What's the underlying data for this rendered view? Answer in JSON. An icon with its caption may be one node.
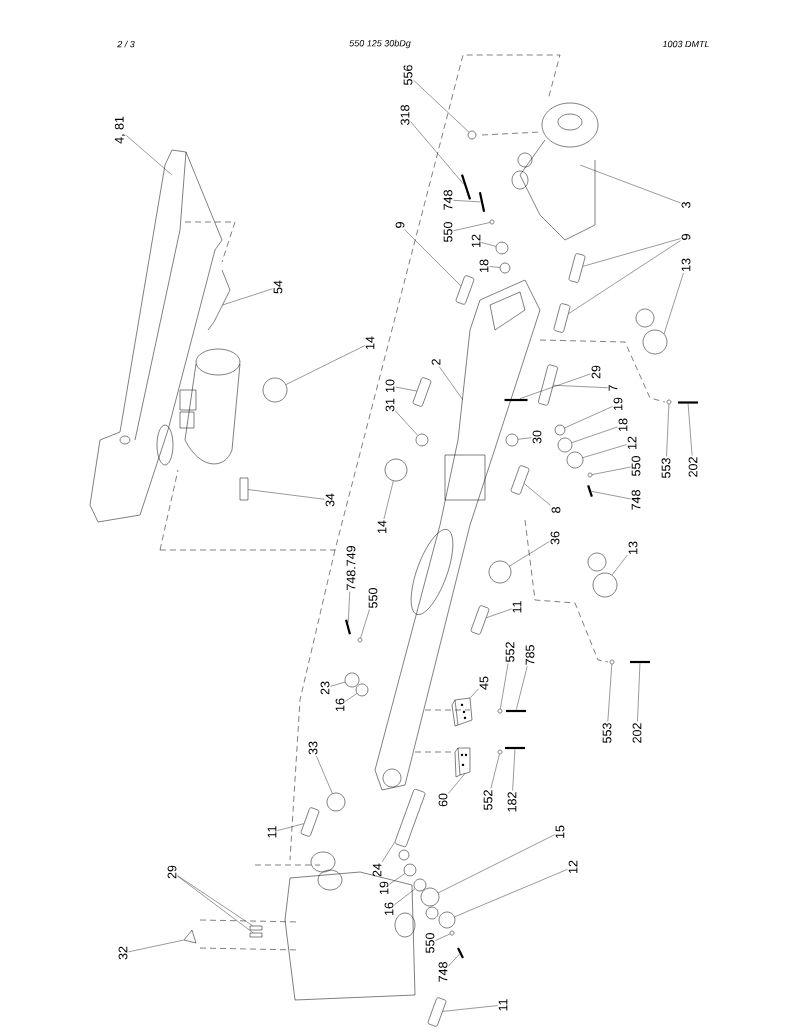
{
  "diagram": {
    "nodes": [
      {
        "text": [
          "4, 81"
        ]
      },
      {
        "text": [
          "556"
        ]
      },
      {
        "text": [
          "318"
        ]
      },
      {
        "text": [
          "748"
        ]
      },
      {
        "text": [
          "550"
        ]
      },
      {
        "text": [
          "12"
        ]
      },
      {
        "text": [
          "18"
        ]
      },
      {
        "text": [
          "9"
        ]
      },
      {
        "text": [
          "3"
        ]
      },
      {
        "text": [
          "9"
        ]
      },
      {
        "text": [
          "13"
        ]
      },
      {
        "text": [
          "54"
        ]
      },
      {
        "text": [
          "14"
        ]
      },
      {
        "text": [
          "2"
        ]
      },
      {
        "text": [
          "10"
        ]
      },
      {
        "text": [
          "31"
        ]
      },
      {
        "text": [
          "29"
        ]
      },
      {
        "text": [
          "7"
        ]
      },
      {
        "text": [
          "19"
        ]
      },
      {
        "text": [
          "18"
        ]
      },
      {
        "text": [
          "12"
        ]
      },
      {
        "text": [
          "550"
        ]
      },
      {
        "text": [
          "748"
        ]
      },
      {
        "text": [
          "553"
        ]
      },
      {
        "text": [
          "202"
        ]
      },
      {
        "text": [
          "30"
        ]
      },
      {
        "text": [
          "14"
        ]
      },
      {
        "text": [
          "34"
        ]
      },
      {
        "text": [
          "8"
        ]
      },
      {
        "text": [
          "36"
        ]
      },
      {
        "text": [
          "13"
        ]
      },
      {
        "text": [
          "11"
        ]
      },
      {
        "text": [
          "748.749"
        ]
      },
      {
        "text": [
          "550"
        ]
      },
      {
        "text": [
          "552"
        ]
      },
      {
        "text": [
          "785"
        ]
      },
      {
        "text": [
          "45"
        ]
      },
      {
        "text": [
          "23"
        ]
      },
      {
        "text": [
          "16"
        ]
      },
      {
        "text": [
          "33"
        ]
      },
      {
        "text": [
          "60"
        ]
      },
      {
        "text": [
          "552"
        ]
      },
      {
        "text": [
          "182"
        ]
      },
      {
        "text": [
          "553"
        ]
      },
      {
        "text": [
          "202"
        ]
      },
      {
        "text": [
          "11"
        ]
      },
      {
        "text": [
          "29"
        ]
      },
      {
        "text": [
          "24"
        ]
      },
      {
        "text": [
          "19"
        ]
      },
      {
        "text": [
          "16"
        ]
      },
      {
        "text": [
          "15"
        ]
      },
      {
        "text": [
          "12"
        ]
      },
      {
        "text": [
          "550"
        ]
      },
      {
        "text": [
          "748"
        ]
      },
      {
        "text": [
          "11"
        ]
      },
      {
        "text": [
          "32"
        ]
      },
      {
        "text": [],
        "shape": "picture"
      },
      {
        "text": [],
        "shape": "circle"
      },
      {
        "text": [],
        "shape": "bar"
      },
      {
        "text": [],
        "shape": "bar"
      },
      {
        "text": [],
        "shape": "circle"
      },
      {
        "text": [],
        "shape": "circle"
      },
      {
        "text": [],
        "shape": "circle"
      },
      {
        "text": [],
        "shape": "cylinder"
      },
      {
        "text": [],
        "shape": "picture"
      },
      {
        "text": [],
        "shape": "cylinder"
      },
      {
        "text": [],
        "shape": "cylinder"
      },
      {
        "text": [],
        "shape": "picture"
      },
      {
        "text": [],
        "shape": "picture"
      },
      {
        "text": [],
        "shape": "circle"
      },
      {
        "text": [],
        "shape": "picture"
      },
      {
        "text": [],
        "shape": "cylinder"
      },
      {
        "text": [],
        "shape": "circle"
      },
      {
        "text": [],
        "shape": "bar"
      },
      {
        "text": [],
        "shape": "cylinder"
      },
      {
        "text": [],
        "shape": "circle"
      },
      {
        "text": [],
        "shape": "circle"
      },
      {
        "text": [],
        "shape": "circle"
      },
      {
        "text": [],
        "shape": "circle"
      },
      {
        "text": [],
        "shape": "bar"
      },
      {
        "text": [],
        "shape": "circle"
      },
      {
        "text": [],
        "shape": "bar"
      },
      {
        "text": [],
        "shape": "circle"
      },
      {
        "text": [],
        "shape": "circle"
      },
      {
        "text": [],
        "shape": "box"
      },
      {
        "text": [],
        "shape": "cylinder"
      },
      {
        "text": [],
        "shape": "circle"
      },
      {
        "text": [],
        "shape": "picture"
      },
      {
        "text": [],
        "shape": "cylinder"
      },
      {
        "text": [],
        "shape": "bar"
      },
      {
        "text": [],
        "shape": "circle"
      },
      {
        "text": [],
        "shape": "circle"
      },
      {
        "text": [],
        "shape": "bar"
      },
      {
        "text": [],
        "shape": "picture"
      },
      {
        "text": [],
        "shape": "circle"
      },
      {
        "text": [],
        "shape": "circle"
      },
      {
        "text": [],
        "shape": "circle"
      },
      {
        "text": [],
        "shape": "picture"
      },
      {
        "text": [],
        "shape": "circle"
      },
      {
        "text": [],
        "shape": "bar"
      },
      {
        "text": [],
        "shape": "circle"
      },
      {
        "text": [],
        "shape": "bar"
      },
      {
        "text": [],
        "shape": "cylinder"
      },
      {
        "text": [],
        "shape": "box"
      },
      {
        "text": [],
        "shape": "box"
      },
      {
        "text": [],
        "shape": "cylinder"
      },
      {
        "text": [],
        "shape": "circle"
      },
      {
        "text": [],
        "shape": "circle"
      },
      {
        "text": [],
        "shape": "circle"
      },
      {
        "text": [],
        "shape": "circle"
      },
      {
        "text": [],
        "shape": "circle"
      },
      {
        "text": [],
        "shape": "bar"
      },
      {
        "text": [],
        "shape": "cylinder"
      },
      {
        "text": [],
        "shape": "picture"
      }
    ],
    "edges": [
      {
        "from": 0,
        "to": 56,
        "arrow": "none"
      },
      {
        "from": 1,
        "to": 57,
        "arrow": "none"
      },
      {
        "from": 2,
        "to": 58,
        "arrow": "none"
      },
      {
        "from": 3,
        "to": 59,
        "arrow": "none"
      },
      {
        "from": 4,
        "to": 60,
        "arrow": "none"
      },
      {
        "from": 5,
        "to": 61,
        "arrow": "none"
      },
      {
        "from": 6,
        "to": 62,
        "arrow": "none"
      },
      {
        "from": 7,
        "to": 63,
        "arrow": "none"
      },
      {
        "from": 8,
        "to": 64,
        "arrow": "none"
      },
      {
        "from": 9,
        "to": 65,
        "arrow": "none"
      },
      {
        "from": 9,
        "to": 66,
        "arrow": "none"
      },
      {
        "from": 10,
        "to": 67,
        "arrow": "none"
      },
      {
        "from": 11,
        "to": 68,
        "arrow": "none"
      },
      {
        "from": 12,
        "to": 69,
        "arrow": "none"
      },
      {
        "from": 13,
        "to": 70,
        "arrow": "none"
      },
      {
        "from": 14,
        "to": 71,
        "arrow": "none"
      },
      {
        "from": 15,
        "to": 72,
        "arrow": "none"
      },
      {
        "from": 16,
        "to": 73,
        "arrow": "none"
      },
      {
        "from": 17,
        "to": 74,
        "arrow": "none"
      },
      {
        "from": 18,
        "to": 75,
        "arrow": "none"
      },
      {
        "from": 19,
        "to": 76,
        "arrow": "none"
      },
      {
        "from": 20,
        "to": 77,
        "arrow": "none"
      },
      {
        "from": 21,
        "to": 78,
        "arrow": "none"
      },
      {
        "from": 22,
        "to": 79,
        "arrow": "none"
      },
      {
        "from": 23,
        "to": 80,
        "arrow": "none"
      },
      {
        "from": 24,
        "to": 81,
        "arrow": "none"
      },
      {
        "from": 25,
        "to": 82,
        "arrow": "none"
      },
      {
        "from": 26,
        "to": 83,
        "arrow": "none"
      },
      {
        "from": 27,
        "to": 84,
        "arrow": "none"
      },
      {
        "from": 28,
        "to": 85,
        "arrow": "none"
      },
      {
        "from": 29,
        "to": 86,
        "arrow": "none"
      },
      {
        "from": 30,
        "to": 87,
        "arrow": "none"
      },
      {
        "from": 31,
        "to": 88,
        "arrow": "none"
      },
      {
        "from": 32,
        "to": 89,
        "arrow": "none"
      },
      {
        "from": 33,
        "to": 90,
        "arrow": "none"
      },
      {
        "from": 34,
        "to": 91,
        "arrow": "none"
      },
      {
        "from": 35,
        "to": 92,
        "arrow": "none"
      },
      {
        "from": 36,
        "to": 93,
        "arrow": "none"
      },
      {
        "from": 37,
        "to": 94,
        "arrow": "none"
      },
      {
        "from": 38,
        "to": 95,
        "arrow": "none"
      },
      {
        "from": 39,
        "to": 96,
        "arrow": "none"
      },
      {
        "from": 40,
        "to": 97,
        "arrow": "none"
      },
      {
        "from": 41,
        "to": 98,
        "arrow": "none"
      },
      {
        "from": 42,
        "to": 99,
        "arrow": "none"
      },
      {
        "from": 43,
        "to": 100,
        "arrow": "none"
      },
      {
        "from": 44,
        "to": 101,
        "arrow": "none"
      },
      {
        "from": 45,
        "to": 102,
        "arrow": "none"
      },
      {
        "from": 46,
        "to": 103,
        "arrow": "none"
      },
      {
        "from": 46,
        "to": 104,
        "arrow": "none"
      },
      {
        "from": 47,
        "to": 105,
        "arrow": "none"
      },
      {
        "from": 48,
        "to": 106,
        "arrow": "none"
      },
      {
        "from": 49,
        "to": 107,
        "arrow": "none"
      },
      {
        "from": 50,
        "to": 108,
        "arrow": "none"
      },
      {
        "from": 51,
        "to": 109,
        "arrow": "none"
      },
      {
        "from": 52,
        "to": 110,
        "arrow": "none"
      },
      {
        "from": 53,
        "to": 111,
        "arrow": "none"
      },
      {
        "from": 54,
        "to": 112,
        "arrow": "none"
      },
      {
        "from": 55,
        "to": 113,
        "arrow": "none"
      }
    ],
    "labels": [
      "2 /   3",
      "550 125 30bDg",
      "1003 DMTL"
    ]
  }
}
